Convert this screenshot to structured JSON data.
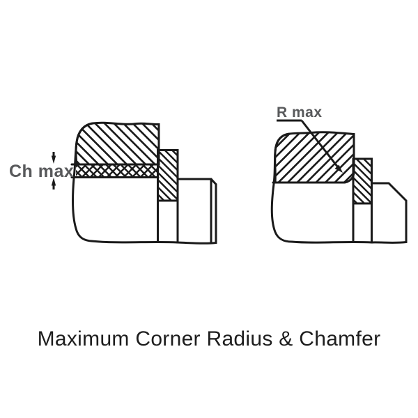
{
  "diagram": {
    "caption": "Maximum Corner Radius & Chamfer",
    "left_figure": {
      "label": "Ch max"
    },
    "right_figure": {
      "label": "R max"
    },
    "colors": {
      "line": "#1a1a1a",
      "label_gray": "#58595b",
      "background": "#ffffff"
    }
  }
}
